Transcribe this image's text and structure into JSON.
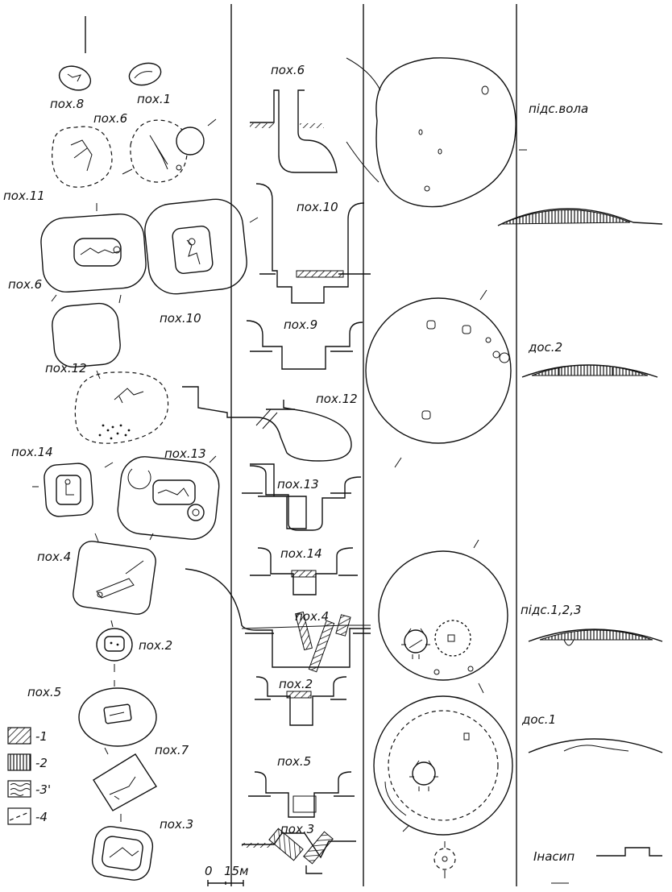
{
  "labels": {
    "b8": "пох.8",
    "b1": "пох.1",
    "b6a": "пох.6",
    "b11": "пох.11",
    "b6b": "пох.6",
    "b10": "пох.10",
    "b12": "пох.12",
    "b14": "пох.14",
    "b13": "пох.13",
    "b4": "пох.4",
    "b2": "пох.2",
    "b5": "пох.5",
    "b7": "пох.7",
    "b3": "пох.3"
  },
  "sections": {
    "s6": "пох.6",
    "s10": "пох.10",
    "s9": "пох.9",
    "s12": "пох.12",
    "s13": "пох.13",
    "s14": "пох.14",
    "s4": "пох.4",
    "s2": "пох.2",
    "s5": "пох.5",
    "s3": "пох.3"
  },
  "mounds": {
    "m_vola": "підс.вола",
    "m_dos2": "дос.2",
    "m_pids123": "підс.1,2,3",
    "m_dos1": "дос.1",
    "m_nasyp": "Інасип"
  },
  "scale": {
    "zero": "0",
    "length": "15м"
  },
  "legend": [
    {
      "num": "-1"
    },
    {
      "num": "-2"
    },
    {
      "num": "-3'"
    },
    {
      "num": "-4"
    }
  ]
}
